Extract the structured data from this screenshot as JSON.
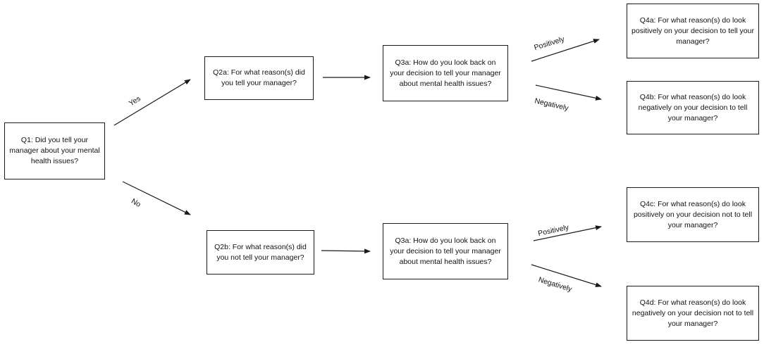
{
  "nodes": {
    "q1": "Q1: Did you tell your manager about your mental health issues?",
    "q2a": "Q2a: For what reason(s) did you tell your manager?",
    "q2b": "Q2b: For what reason(s) did you not tell your manager?",
    "q3a_top": "Q3a: How do you look back on your decision to tell your manager about mental health issues?",
    "q3a_bottom": "Q3a: How do you look back on your decision to tell your manager about mental health issues?",
    "q4a": "Q4a: For what reason(s) do look positively on your decision to tell your manager?",
    "q4b": "Q4b: For what reason(s) do look negatively on your decision to tell your manager?",
    "q4c": "Q4c: For what reason(s) do look positively on your decision not to tell your manager?",
    "q4d": "Q4d: For what reason(s) do look negatively on your decision not to tell your manager?"
  },
  "edge_labels": {
    "yes": "Yes",
    "no": "No",
    "positively_top": "Positively",
    "negatively_top": "Negatively",
    "positively_bottom": "Positively",
    "negatively_bottom": "Negatively"
  },
  "colors": {
    "stroke": "#1a1a1a",
    "text": "#111111",
    "background": "#ffffff"
  }
}
